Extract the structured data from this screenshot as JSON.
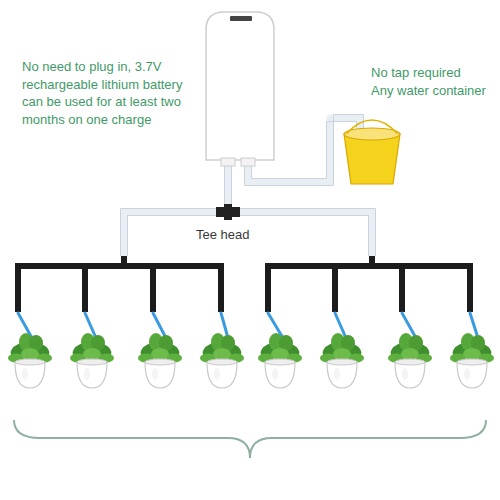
{
  "diagram": {
    "labels": [
      "No need to plug in, 3.7V rechargeable lithium battery can be used for at least two months on one charge",
      "No tap required",
      "Any water container",
      "Tee head"
    ]
  }
}
